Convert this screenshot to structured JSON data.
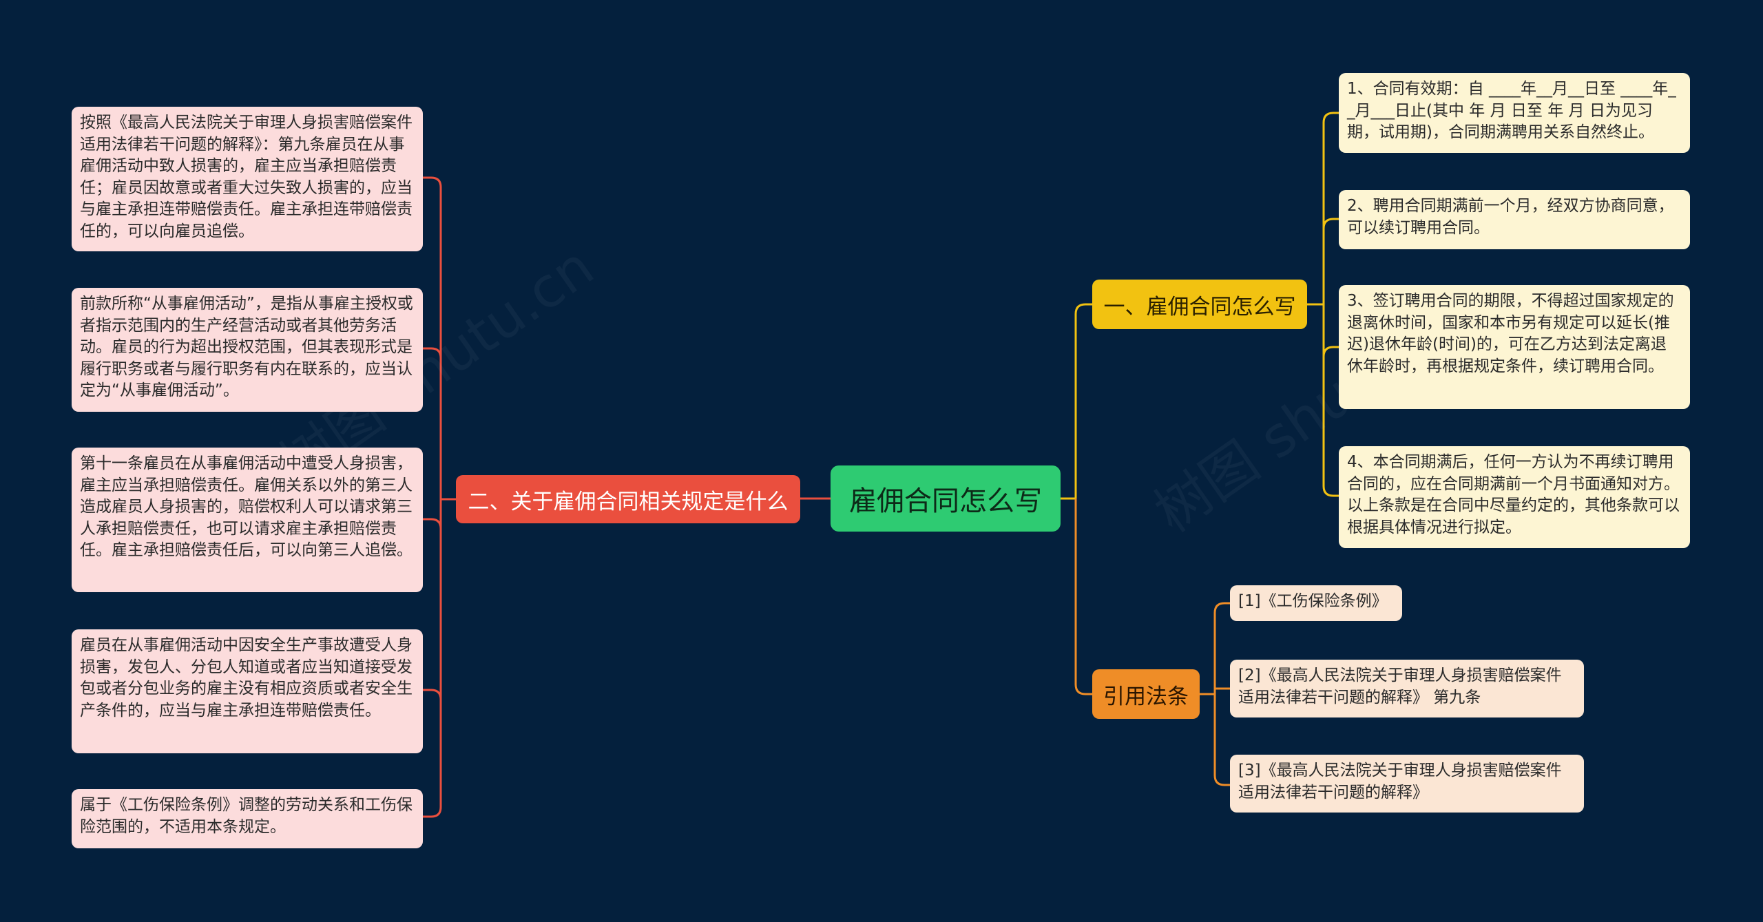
{
  "root": {
    "label": "雇佣合同怎么写"
  },
  "branches": {
    "left": {
      "label": "二、关于雇佣合同相关规定是什么",
      "color": "#ea4f3e"
    },
    "top": {
      "label": "一、雇佣合同怎么写",
      "color": "#f2c211"
    },
    "bottom": {
      "label": "引用法条",
      "color": "#ef8d27"
    }
  },
  "left_leaves": [
    "按照《最高人民法院关于审理人身损害赔偿案件适用法律若干问题的解释》：第九条雇员在从事雇佣活动中致人损害的，雇主应当承担赔偿责任；雇员因故意或者重大过失致人损害的，应当与雇主承担连带赔偿责任。雇主承担连带赔偿责任的，可以向雇员追偿。",
    "前款所称“从事雇佣活动”，是指从事雇主授权或者指示范围内的生产经营活动或者其他劳务活动。雇员的行为超出授权范围，但其表现形式是履行职务或者与履行职务有内在联系的，应当认定为“从事雇佣活动”。",
    "第十一条雇员在从事雇佣活动中遭受人身损害，雇主应当承担赔偿责任。雇佣关系以外的第三人造成雇员人身损害的，赔偿权利人可以请求第三人承担赔偿责任，也可以请求雇主承担赔偿责任。雇主承担赔偿责任后，可以向第三人追偿。",
    "雇员在从事雇佣活动中因安全生产事故遭受人身损害，发包人、分包人知道或者应当知道接受发包或者分包业务的雇主没有相应资质或者安全生产条件的，应当与雇主承担连带赔偿责任。",
    "属于《工伤保险条例》调整的劳动关系和工伤保险范围的，不适用本条规定。"
  ],
  "top_leaves": [
    "1、合同有效期：自 ____年__月__日至 ____年__月___日止(其中 年 月 日至 年 月 日为见习期，试用期)，合同期满聘用关系自然终止。",
    "2、聘用合同期满前一个月，经双方协商同意，可以续订聘用合同。",
    "3、签订聘用合同的期限，不得超过国家规定的退离休时间，国家和本市另有规定可以延长(推迟)退休年龄(时间)的，可在乙方达到法定离退休年龄时，再根据规定条件，续订聘用合同。",
    "4、本合同期满后，任何一方认为不再续订聘用合同的，应在合同期满前一个月书面通知对方。以上条款是在合同中尽量约定的，其他条款可以根据具体情况进行拟定。"
  ],
  "bottom_leaves": [
    "[1]《工伤保险条例》",
    "[2]《最高人民法院关于审理人身损害赔偿案件适用法律若干问题的解释》 第九条",
    "[3]《最高人民法院关于审理人身损害赔偿案件适用法律若干问题的解释》"
  ],
  "watermark": "树图 shutu.cn"
}
